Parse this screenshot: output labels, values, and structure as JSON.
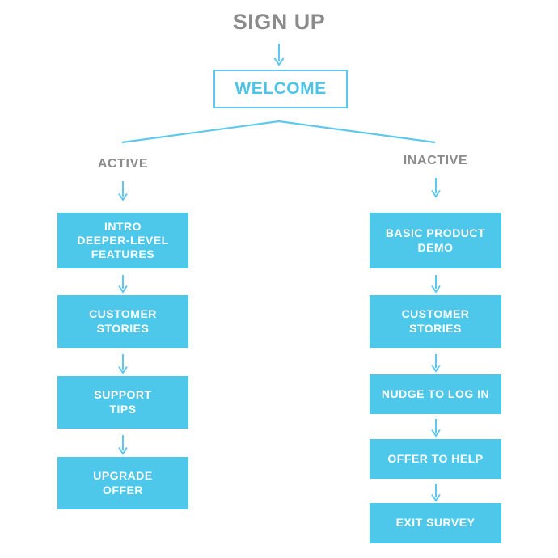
{
  "diagram": {
    "title": "SIGN UP",
    "root": {
      "label": "WELCOME"
    },
    "branches": [
      {
        "label": "ACTIVE"
      },
      {
        "label": "INACTIVE"
      }
    ],
    "columns": {
      "active": {
        "steps": [
          {
            "label": "INTRO\nDEEPER-LEVEL\nFEATURES"
          },
          {
            "label": "CUSTOMER\nSTORIES"
          },
          {
            "label": "SUPPORT\nTIPS"
          },
          {
            "label": "UPGRADE\nOFFER"
          }
        ]
      },
      "inactive": {
        "steps": [
          {
            "label": "BASIC PRODUCT\nDEMO"
          },
          {
            "label": "CUSTOMER\nSTORIES"
          },
          {
            "label": "NUDGE TO LOG IN"
          },
          {
            "label": "OFFER TO HELP"
          },
          {
            "label": "EXIT SURVEY"
          }
        ]
      }
    },
    "colors": {
      "accent": "#4ec8ea",
      "accent_line": "#5ec9ec",
      "box_text": "#ffffff",
      "label_text": "#8b8b8b",
      "background": "#ffffff"
    },
    "icons": {
      "arrow": "arrow-down-icon"
    }
  }
}
